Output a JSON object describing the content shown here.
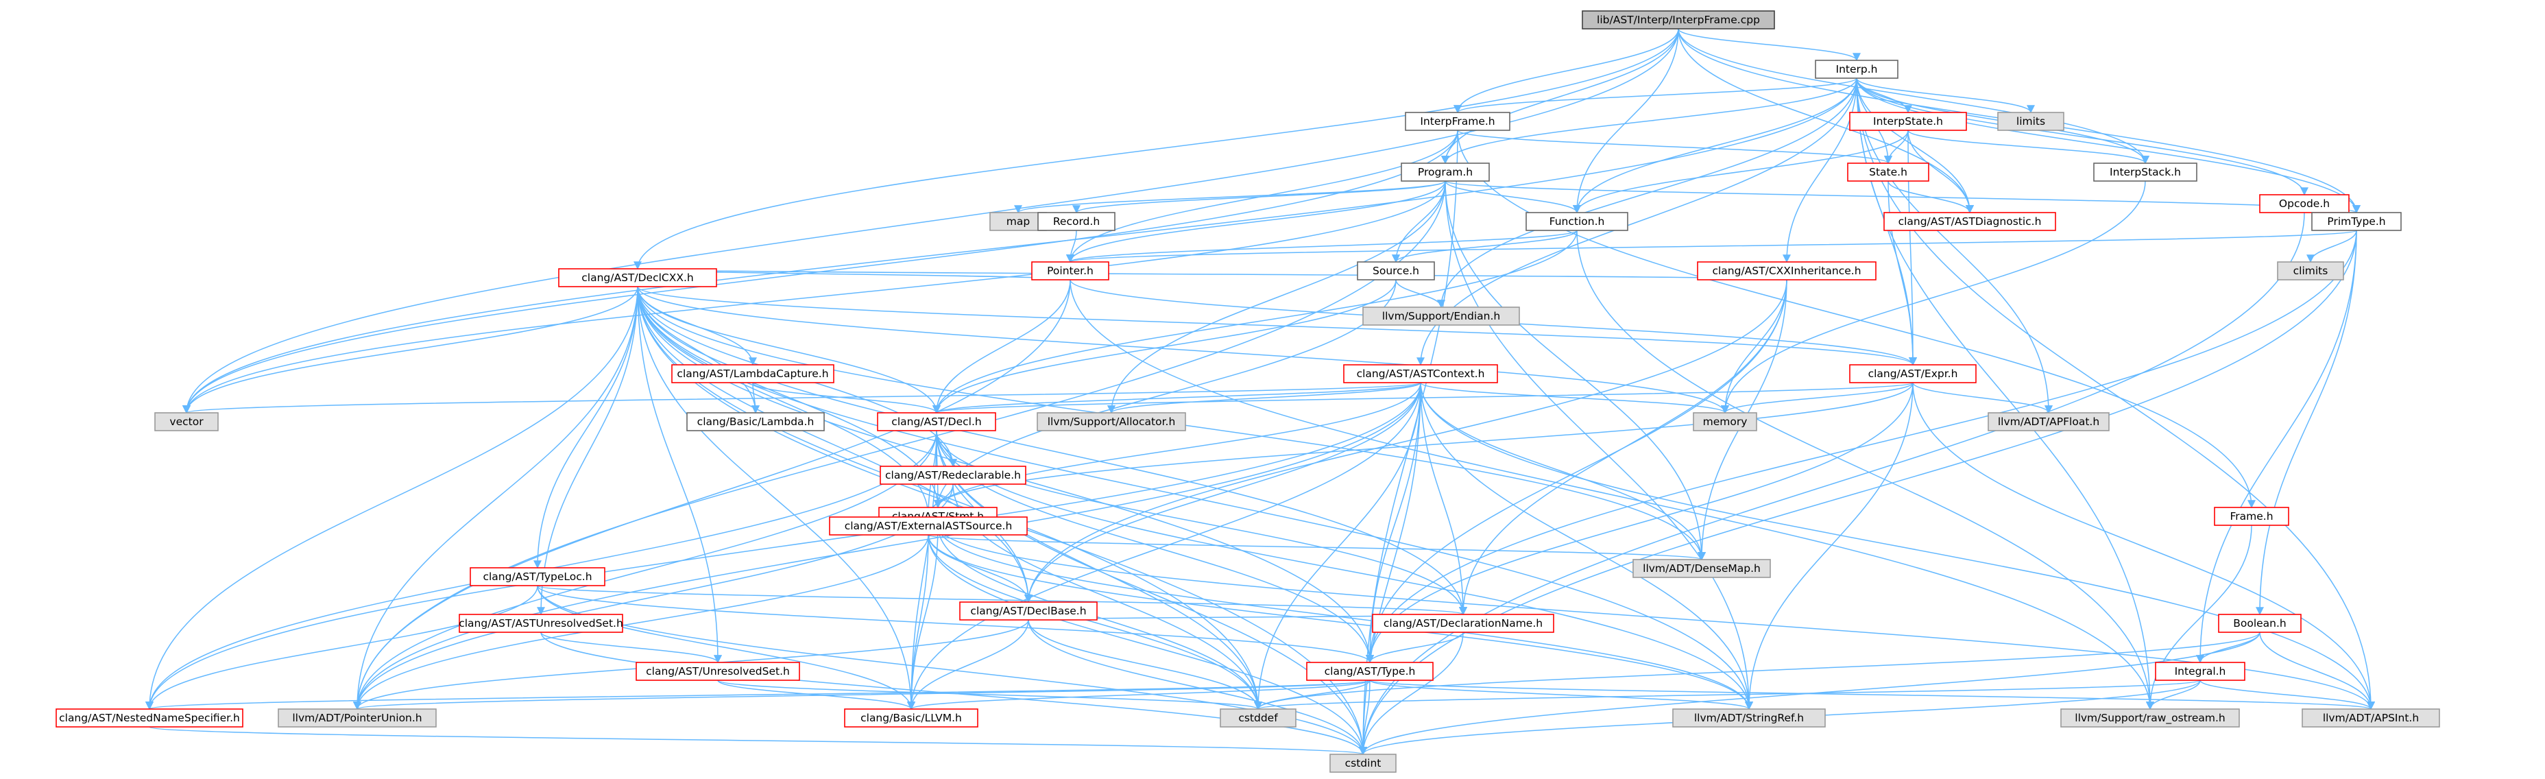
{
  "graph": {
    "nodes": [
      {
        "id": "root",
        "label": "lib/AST/Interp/InterpFrame.cpp",
        "kind": "root"
      },
      {
        "id": "interp_h",
        "label": "Interp.h",
        "kind": "normal"
      },
      {
        "id": "interpframe_h",
        "label": "InterpFrame.h",
        "kind": "normal"
      },
      {
        "id": "interpstate_h",
        "label": "InterpState.h",
        "kind": "red"
      },
      {
        "id": "limits",
        "label": "limits",
        "kind": "sys"
      },
      {
        "id": "opcode_h",
        "label": "Opcode.h",
        "kind": "red"
      },
      {
        "id": "program_h",
        "label": "Program.h",
        "kind": "normal"
      },
      {
        "id": "state_h",
        "label": "State.h",
        "kind": "red"
      },
      {
        "id": "interpstack_h",
        "label": "InterpStack.h",
        "kind": "normal"
      },
      {
        "id": "map",
        "label": "map",
        "kind": "sys"
      },
      {
        "id": "record_h",
        "label": "Record.h",
        "kind": "normal"
      },
      {
        "id": "function_h",
        "label": "Function.h",
        "kind": "normal"
      },
      {
        "id": "astdiagnostic_h",
        "label": "clang/AST/ASTDiagnostic.h",
        "kind": "red"
      },
      {
        "id": "primtype_h",
        "label": "PrimType.h",
        "kind": "normal"
      },
      {
        "id": "climits",
        "label": "climits",
        "kind": "sys"
      },
      {
        "id": "pointer_h",
        "label": "Pointer.h",
        "kind": "red"
      },
      {
        "id": "source_h",
        "label": "Source.h",
        "kind": "normal"
      },
      {
        "id": "cxxinheritance_h",
        "label": "clang/AST/CXXInheritance.h",
        "kind": "red"
      },
      {
        "id": "declcxx_h",
        "label": "clang/AST/DeclCXX.h",
        "kind": "red"
      },
      {
        "id": "endian_h",
        "label": "llvm/Support/Endian.h",
        "kind": "sys"
      },
      {
        "id": "expr_h",
        "label": "clang/AST/Expr.h",
        "kind": "red"
      },
      {
        "id": "lambdacapture_h",
        "label": "clang/AST/LambdaCapture.h",
        "kind": "red"
      },
      {
        "id": "astcontext_h",
        "label": "clang/AST/ASTContext.h",
        "kind": "red"
      },
      {
        "id": "vector",
        "label": "vector",
        "kind": "sys"
      },
      {
        "id": "lambda_h",
        "label": "clang/Basic/Lambda.h",
        "kind": "normal"
      },
      {
        "id": "decl_h",
        "label": "clang/AST/Decl.h",
        "kind": "red"
      },
      {
        "id": "allocator_h",
        "label": "llvm/Support/Allocator.h",
        "kind": "sys"
      },
      {
        "id": "memory",
        "label": "memory",
        "kind": "sys"
      },
      {
        "id": "apfloat_h",
        "label": "llvm/ADT/APFloat.h",
        "kind": "sys"
      },
      {
        "id": "stmt_h",
        "label": "clang/AST/Stmt.h",
        "kind": "red"
      },
      {
        "id": "redeclarable_h",
        "label": "clang/AST/Redeclarable.h",
        "kind": "red"
      },
      {
        "id": "frame_h",
        "label": "Frame.h",
        "kind": "red"
      },
      {
        "id": "externalastsource_h",
        "label": "clang/AST/ExternalASTSource.h",
        "kind": "red"
      },
      {
        "id": "densemap_h",
        "label": "llvm/ADT/DenseMap.h",
        "kind": "sys"
      },
      {
        "id": "typeloc_h",
        "label": "clang/AST/TypeLoc.h",
        "kind": "red"
      },
      {
        "id": "declbase_h",
        "label": "clang/AST/DeclBase.h",
        "kind": "red"
      },
      {
        "id": "boolean_h",
        "label": "Boolean.h",
        "kind": "red"
      },
      {
        "id": "astunresolvedset_h",
        "label": "clang/AST/ASTUnresolvedSet.h",
        "kind": "red"
      },
      {
        "id": "declarationname_h",
        "label": "clang/AST/DeclarationName.h",
        "kind": "red"
      },
      {
        "id": "unresolvedset_h",
        "label": "clang/AST/UnresolvedSet.h",
        "kind": "red"
      },
      {
        "id": "integral_h",
        "label": "Integral.h",
        "kind": "red"
      },
      {
        "id": "type_h",
        "label": "clang/AST/Type.h",
        "kind": "red"
      },
      {
        "id": "nestednamespecifier_h",
        "label": "clang/AST/NestedNameSpecifier.h",
        "kind": "red"
      },
      {
        "id": "pointerunion_h",
        "label": "llvm/ADT/PointerUnion.h",
        "kind": "sys"
      },
      {
        "id": "llvm_h",
        "label": "clang/Basic/LLVM.h",
        "kind": "red"
      },
      {
        "id": "cstddef",
        "label": "cstddef",
        "kind": "sys"
      },
      {
        "id": "stringref_h",
        "label": "llvm/ADT/StringRef.h",
        "kind": "sys"
      },
      {
        "id": "raw_ostream_h",
        "label": "llvm/Support/raw_ostream.h",
        "kind": "sys"
      },
      {
        "id": "apsint_h",
        "label": "llvm/ADT/APSInt.h",
        "kind": "sys"
      },
      {
        "id": "cstdint",
        "label": "cstdint",
        "kind": "sys"
      }
    ],
    "edges": [
      [
        "root",
        "interp_h"
      ],
      [
        "root",
        "interpframe_h"
      ],
      [
        "root",
        "program_h"
      ],
      [
        "root",
        "function_h"
      ],
      [
        "root",
        "primtype_h"
      ],
      [
        "root",
        "interpstack_h"
      ],
      [
        "root",
        "astdiagnostic_h"
      ],
      [
        "root",
        "declcxx_h"
      ],
      [
        "root",
        "vector"
      ],
      [
        "interp_h",
        "interpframe_h"
      ],
      [
        "interp_h",
        "interpstate_h"
      ],
      [
        "interp_h",
        "limits"
      ],
      [
        "interp_h",
        "opcode_h"
      ],
      [
        "interp_h",
        "program_h"
      ],
      [
        "interp_h",
        "state_h"
      ],
      [
        "interp_h",
        "interpstack_h"
      ],
      [
        "interp_h",
        "function_h"
      ],
      [
        "interp_h",
        "astdiagnostic_h"
      ],
      [
        "interp_h",
        "primtype_h"
      ],
      [
        "interp_h",
        "cxxinheritance_h"
      ],
      [
        "interp_h",
        "expr_h"
      ],
      [
        "interp_h",
        "astcontext_h"
      ],
      [
        "interp_h",
        "endian_h"
      ],
      [
        "interp_h",
        "apfloat_h"
      ],
      [
        "interp_h",
        "apsint_h"
      ],
      [
        "interp_h",
        "raw_ostream_h"
      ],
      [
        "interp_h",
        "vector"
      ],
      [
        "interpframe_h",
        "program_h"
      ],
      [
        "interpframe_h",
        "pointer_h"
      ],
      [
        "interpframe_h",
        "state_h"
      ],
      [
        "interpframe_h",
        "frame_h"
      ],
      [
        "interpframe_h",
        "vector"
      ],
      [
        "interpframe_h",
        "cstdint"
      ],
      [
        "interpstate_h",
        "state_h"
      ],
      [
        "interpstate_h",
        "interpstack_h"
      ],
      [
        "interpstate_h",
        "function_h"
      ],
      [
        "interpstate_h",
        "astdiagnostic_h"
      ],
      [
        "interpstate_h",
        "expr_h"
      ],
      [
        "opcode_h",
        "cstdint"
      ],
      [
        "program_h",
        "map"
      ],
      [
        "program_h",
        "record_h"
      ],
      [
        "program_h",
        "function_h"
      ],
      [
        "program_h",
        "pointer_h"
      ],
      [
        "program_h",
        "primtype_h"
      ],
      [
        "program_h",
        "source_h"
      ],
      [
        "program_h",
        "allocator_h"
      ],
      [
        "program_h",
        "densemap_h"
      ],
      [
        "program_h",
        "pointerunion_h"
      ],
      [
        "program_h",
        "stringref_h"
      ],
      [
        "program_h",
        "vector"
      ],
      [
        "state_h",
        "astdiagnostic_h"
      ],
      [
        "state_h",
        "expr_h"
      ],
      [
        "interpstack_h",
        "memory"
      ],
      [
        "record_h",
        "pointer_h"
      ],
      [
        "function_h",
        "pointer_h"
      ],
      [
        "function_h",
        "source_h"
      ],
      [
        "function_h",
        "decl_h"
      ],
      [
        "function_h",
        "raw_ostream_h"
      ],
      [
        "primtype_h",
        "climits"
      ],
      [
        "primtype_h",
        "pointer_h"
      ],
      [
        "primtype_h",
        "boolean_h"
      ],
      [
        "primtype_h",
        "integral_h"
      ],
      [
        "primtype_h",
        "type_h"
      ],
      [
        "primtype_h",
        "cstdint"
      ],
      [
        "pointer_h",
        "declcxx_h"
      ],
      [
        "pointer_h",
        "decl_h"
      ],
      [
        "pointer_h",
        "expr_h"
      ],
      [
        "pointer_h",
        "pointerunion_h"
      ],
      [
        "pointer_h",
        "raw_ostream_h"
      ],
      [
        "source_h",
        "decl_h"
      ],
      [
        "source_h",
        "stmt_h"
      ],
      [
        "source_h",
        "endian_h"
      ],
      [
        "cxxinheritance_h",
        "declcxx_h"
      ],
      [
        "cxxinheritance_h",
        "declbase_h"
      ],
      [
        "cxxinheritance_h",
        "type_h"
      ],
      [
        "cxxinheritance_h",
        "memory"
      ],
      [
        "cxxinheritance_h",
        "densemap_h"
      ],
      [
        "cxxinheritance_h",
        "declarationname_h"
      ],
      [
        "declcxx_h",
        "expr_h"
      ],
      [
        "declcxx_h",
        "lambdacapture_h"
      ],
      [
        "declcxx_h",
        "decl_h"
      ],
      [
        "declcxx_h",
        "lambda_h"
      ],
      [
        "declcxx_h",
        "redeclarable_h"
      ],
      [
        "declcxx_h",
        "externalastsource_h"
      ],
      [
        "declcxx_h",
        "typeloc_h"
      ],
      [
        "declcxx_h",
        "declbase_h"
      ],
      [
        "declcxx_h",
        "astunresolvedset_h"
      ],
      [
        "declcxx_h",
        "declarationname_h"
      ],
      [
        "declcxx_h",
        "unresolvedset_h"
      ],
      [
        "declcxx_h",
        "type_h"
      ],
      [
        "declcxx_h",
        "nestednamespecifier_h"
      ],
      [
        "declcxx_h",
        "pointerunion_h"
      ],
      [
        "declcxx_h",
        "llvm_h"
      ],
      [
        "declcxx_h",
        "cstddef"
      ],
      [
        "declcxx_h",
        "stringref_h"
      ],
      [
        "declcxx_h",
        "densemap_h"
      ],
      [
        "declcxx_h",
        "memory"
      ],
      [
        "declcxx_h",
        "vector"
      ],
      [
        "declcxx_h",
        "stmt_h"
      ],
      [
        "declcxx_h",
        "cstdint"
      ],
      [
        "expr_h",
        "decl_h"
      ],
      [
        "expr_h",
        "stmt_h"
      ],
      [
        "expr_h",
        "type_h"
      ],
      [
        "expr_h",
        "apfloat_h"
      ],
      [
        "expr_h",
        "apsint_h"
      ],
      [
        "expr_h",
        "stringref_h"
      ],
      [
        "expr_h",
        "memory"
      ],
      [
        "lambdacapture_h",
        "decl_h"
      ],
      [
        "lambdacapture_h",
        "lambda_h"
      ],
      [
        "astcontext_h",
        "decl_h"
      ],
      [
        "astcontext_h",
        "declbase_h"
      ],
      [
        "astcontext_h",
        "declarationname_h"
      ],
      [
        "astcontext_h",
        "externalastsource_h"
      ],
      [
        "astcontext_h",
        "nestednamespecifier_h"
      ],
      [
        "astcontext_h",
        "type_h"
      ],
      [
        "astcontext_h",
        "llvm_h"
      ],
      [
        "astcontext_h",
        "densemap_h"
      ],
      [
        "astcontext_h",
        "pointerunion_h"
      ],
      [
        "astcontext_h",
        "stringref_h"
      ],
      [
        "astcontext_h",
        "allocator_h"
      ],
      [
        "astcontext_h",
        "apsint_h"
      ],
      [
        "astcontext_h",
        "memory"
      ],
      [
        "astcontext_h",
        "vector"
      ],
      [
        "astcontext_h",
        "cstddef"
      ],
      [
        "astcontext_h",
        "cstdint"
      ],
      [
        "decl_h",
        "declbase_h"
      ],
      [
        "decl_h",
        "declarationname_h"
      ],
      [
        "decl_h",
        "externalastsource_h"
      ],
      [
        "decl_h",
        "nestednamespecifier_h"
      ],
      [
        "decl_h",
        "redeclarable_h"
      ],
      [
        "decl_h",
        "type_h"
      ],
      [
        "decl_h",
        "llvm_h"
      ],
      [
        "decl_h",
        "pointerunion_h"
      ],
      [
        "decl_h",
        "stringref_h"
      ],
      [
        "decl_h",
        "cstddef"
      ],
      [
        "decl_h",
        "cstdint"
      ],
      [
        "decl_h",
        "stmt_h"
      ],
      [
        "stmt_h",
        "llvm_h"
      ],
      [
        "stmt_h",
        "cstddef"
      ],
      [
        "stmt_h",
        "stringref_h"
      ],
      [
        "stmt_h",
        "apsint_h"
      ],
      [
        "redeclarable_h",
        "externalastsource_h"
      ],
      [
        "redeclarable_h",
        "pointerunion_h"
      ],
      [
        "redeclarable_h",
        "cstddef"
      ],
      [
        "frame_h",
        "raw_ostream_h"
      ],
      [
        "externalastsource_h",
        "declbase_h"
      ],
      [
        "externalastsource_h",
        "llvm_h"
      ],
      [
        "externalastsource_h",
        "densemap_h"
      ],
      [
        "externalastsource_h",
        "pointerunion_h"
      ],
      [
        "externalastsource_h",
        "stringref_h"
      ],
      [
        "externalastsource_h",
        "cstddef"
      ],
      [
        "externalastsource_h",
        "cstdint"
      ],
      [
        "typeloc_h",
        "declarationname_h"
      ],
      [
        "typeloc_h",
        "nestednamespecifier_h"
      ],
      [
        "typeloc_h",
        "type_h"
      ],
      [
        "typeloc_h",
        "llvm_h"
      ],
      [
        "typeloc_h",
        "cstdint"
      ],
      [
        "declbase_h",
        "declarationname_h"
      ],
      [
        "declbase_h",
        "llvm_h"
      ],
      [
        "declbase_h",
        "pointerunion_h"
      ],
      [
        "declbase_h",
        "cstddef"
      ],
      [
        "declbase_h",
        "cstdint"
      ],
      [
        "boolean_h",
        "integral_h"
      ],
      [
        "boolean_h",
        "apsint_h"
      ],
      [
        "boolean_h",
        "cstddef"
      ],
      [
        "boolean_h",
        "cstdint"
      ],
      [
        "astunresolvedset_h",
        "unresolvedset_h"
      ],
      [
        "astunresolvedset_h",
        "cstdint"
      ],
      [
        "declarationname_h",
        "type_h"
      ],
      [
        "declarationname_h",
        "cstdint"
      ],
      [
        "unresolvedset_h",
        "llvm_h"
      ],
      [
        "unresolvedset_h",
        "cstddef"
      ],
      [
        "integral_h",
        "raw_ostream_h"
      ],
      [
        "integral_h",
        "apsint_h"
      ],
      [
        "integral_h",
        "cstddef"
      ],
      [
        "integral_h",
        "cstdint"
      ],
      [
        "type_h",
        "nestednamespecifier_h"
      ],
      [
        "type_h",
        "pointerunion_h"
      ],
      [
        "type_h",
        "llvm_h"
      ],
      [
        "type_h",
        "cstddef"
      ],
      [
        "type_h",
        "stringref_h"
      ],
      [
        "type_h",
        "apsint_h"
      ],
      [
        "type_h",
        "cstdint"
      ],
      [
        "nestednamespecifier_h",
        "cstdint"
      ]
    ]
  }
}
